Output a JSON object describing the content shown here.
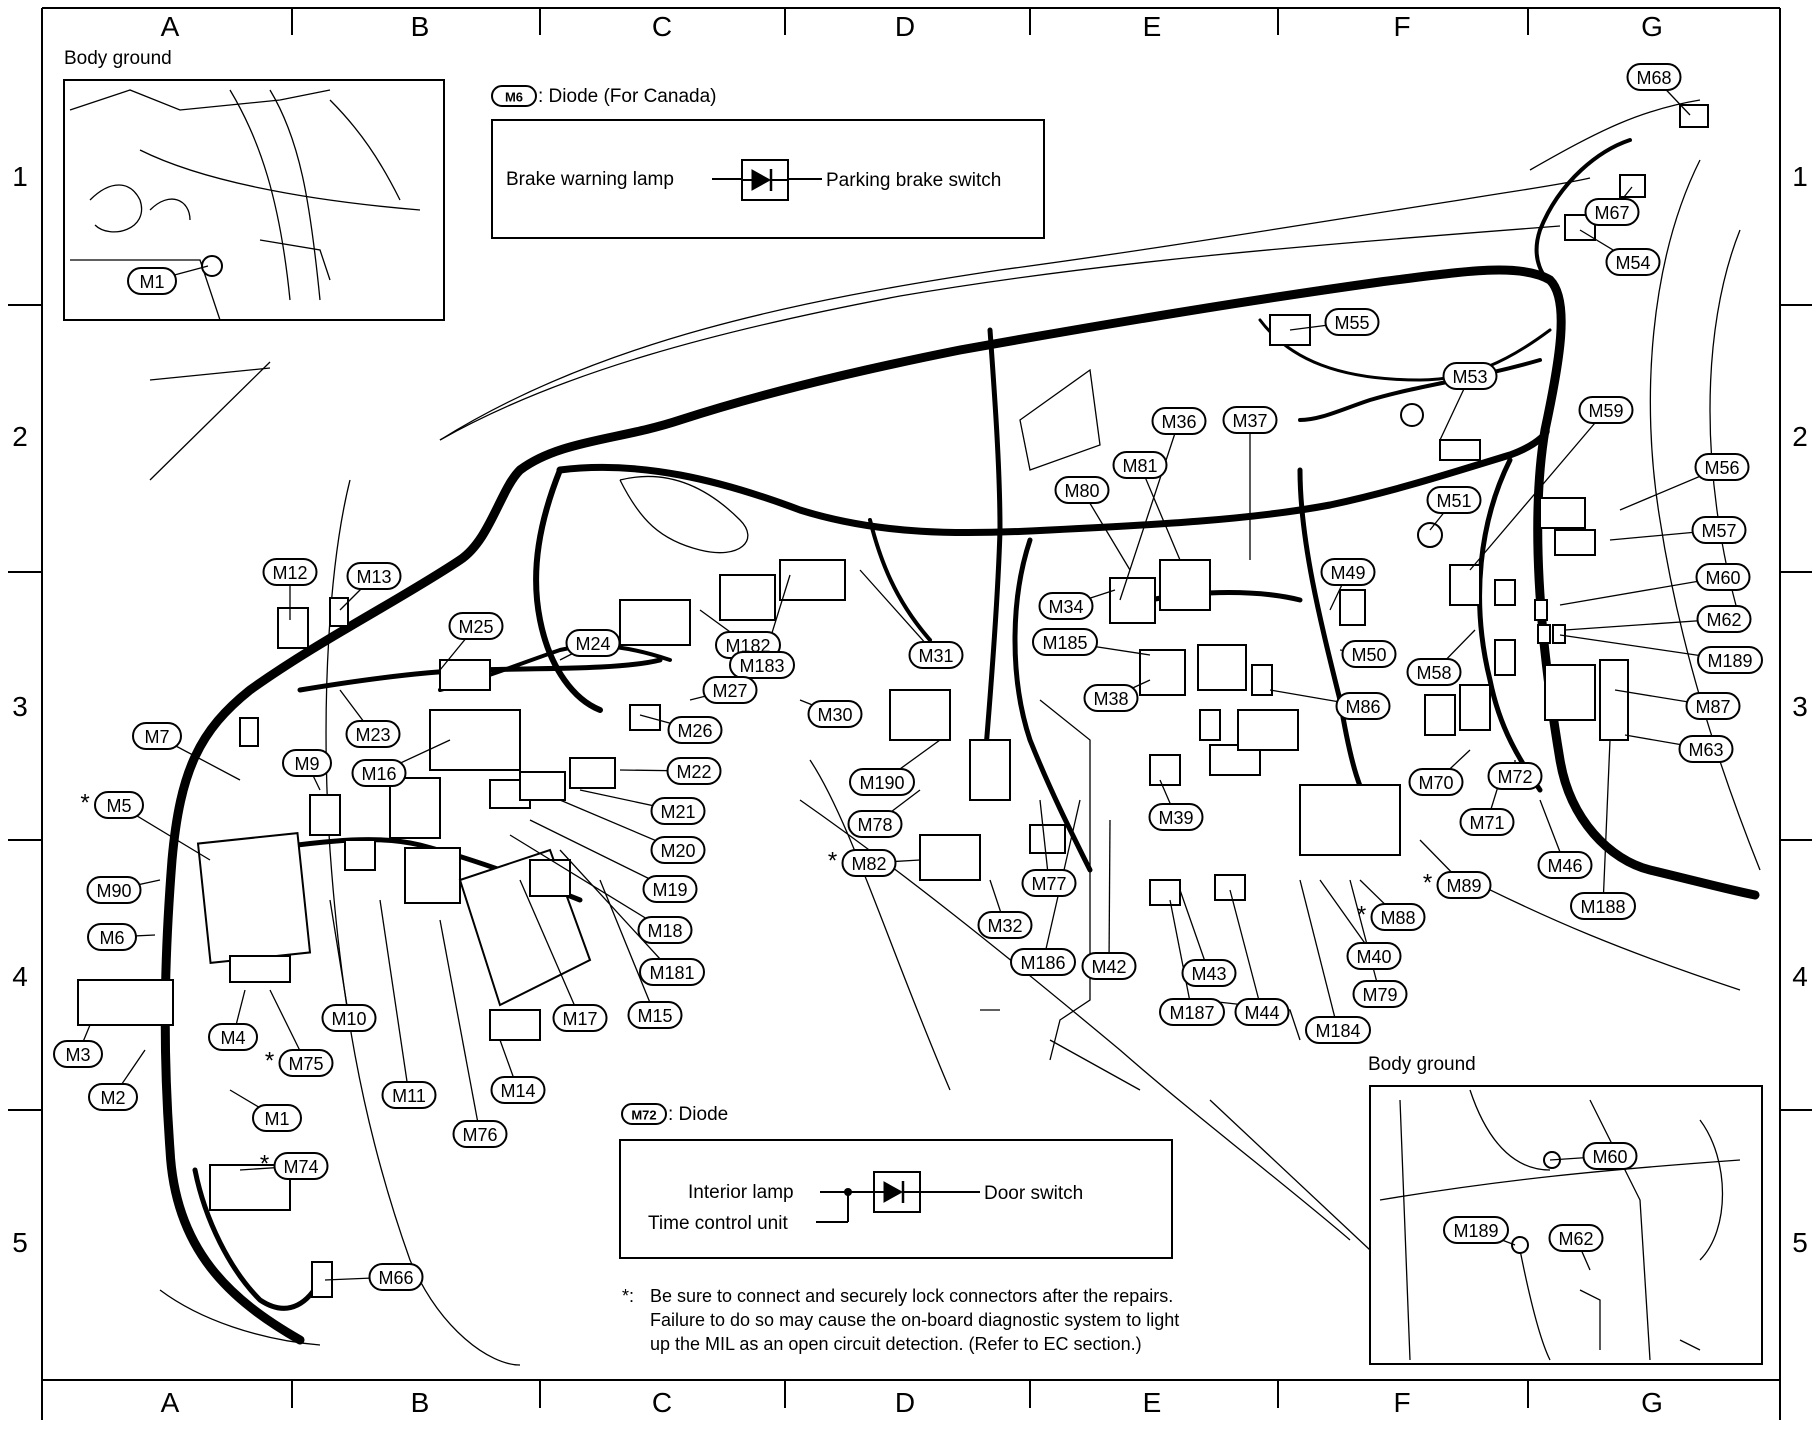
{
  "grid": {
    "columns": [
      "A",
      "B",
      "C",
      "D",
      "E",
      "F",
      "G"
    ],
    "rows": [
      "1",
      "2",
      "3",
      "4",
      "5"
    ]
  },
  "insets": {
    "top_left_title": "Body ground",
    "bottom_right_title": "Body ground"
  },
  "diode_boxes": {
    "canada": {
      "badge": "M6",
      "caption": ": Diode (For Canada)",
      "left_label": "Brake warning lamp",
      "right_label": "Parking brake switch"
    },
    "interior": {
      "badge": "M72",
      "caption": ": Diode",
      "left_label_top": "Interior lamp",
      "left_label_bottom": "Time control unit",
      "right_label": "Door switch"
    }
  },
  "footnote": {
    "marker": "*:",
    "lines": [
      "Be sure to connect and securely lock connectors after the repairs.",
      "Failure to do so may cause the on-board diagnostic system to light",
      "up the MIL as an open circuit detection. (Refer to EC section.)"
    ]
  },
  "connector_labels": [
    {
      "text": "M1",
      "star": false
    },
    {
      "text": "M68",
      "star": false
    },
    {
      "text": "M67",
      "star": false
    },
    {
      "text": "M54",
      "star": false
    },
    {
      "text": "M55",
      "star": false
    },
    {
      "text": "M53",
      "star": false
    },
    {
      "text": "M36",
      "star": false
    },
    {
      "text": "M37",
      "star": false
    },
    {
      "text": "M59",
      "star": false
    },
    {
      "text": "M81",
      "star": false
    },
    {
      "text": "M80",
      "star": false
    },
    {
      "text": "M51",
      "star": false
    },
    {
      "text": "M56",
      "star": false
    },
    {
      "text": "M57",
      "star": false
    },
    {
      "text": "M49",
      "star": false
    },
    {
      "text": "M60",
      "star": false
    },
    {
      "text": "M62",
      "star": false
    },
    {
      "text": "M189",
      "star": false
    },
    {
      "text": "M12",
      "star": false
    },
    {
      "text": "M13",
      "star": false
    },
    {
      "text": "M34",
      "star": false
    },
    {
      "text": "M185",
      "star": false
    },
    {
      "text": "M50",
      "star": false
    },
    {
      "text": "M58",
      "star": false
    },
    {
      "text": "M25",
      "star": false
    },
    {
      "text": "M24",
      "star": false
    },
    {
      "text": "M182",
      "star": false
    },
    {
      "text": "M183",
      "star": false
    },
    {
      "text": "M31",
      "star": false
    },
    {
      "text": "M87",
      "star": false
    },
    {
      "text": "M38",
      "star": false
    },
    {
      "text": "M86",
      "star": false
    },
    {
      "text": "M27",
      "star": false
    },
    {
      "text": "M30",
      "star": false
    },
    {
      "text": "M23",
      "star": false
    },
    {
      "text": "M26",
      "star": false
    },
    {
      "text": "M63",
      "star": false
    },
    {
      "text": "M7",
      "star": false
    },
    {
      "text": "M9",
      "star": false
    },
    {
      "text": "M16",
      "star": false
    },
    {
      "text": "M22",
      "star": false
    },
    {
      "text": "M190",
      "star": false
    },
    {
      "text": "M70",
      "star": false
    },
    {
      "text": "M72",
      "star": false
    },
    {
      "text": "M5",
      "star": true
    },
    {
      "text": "M21",
      "star": false
    },
    {
      "text": "M39",
      "star": false
    },
    {
      "text": "M71",
      "star": false
    },
    {
      "text": "M78",
      "star": false
    },
    {
      "text": "M20",
      "star": false
    },
    {
      "text": "M46",
      "star": false
    },
    {
      "text": "M82",
      "star": true
    },
    {
      "text": "M90",
      "star": false
    },
    {
      "text": "M19",
      "star": false
    },
    {
      "text": "M77",
      "star": false
    },
    {
      "text": "M89",
      "star": true
    },
    {
      "text": "M188",
      "star": false
    },
    {
      "text": "M18",
      "star": false
    },
    {
      "text": "M6",
      "star": false
    },
    {
      "text": "M32",
      "star": false
    },
    {
      "text": "M88",
      "star": true
    },
    {
      "text": "M181",
      "star": false
    },
    {
      "text": "M40",
      "star": false
    },
    {
      "text": "M186",
      "star": false
    },
    {
      "text": "M42",
      "star": false
    },
    {
      "text": "M43",
      "star": false
    },
    {
      "text": "M79",
      "star": false
    },
    {
      "text": "M10",
      "star": false
    },
    {
      "text": "M17",
      "star": false
    },
    {
      "text": "M15",
      "star": false
    },
    {
      "text": "M187",
      "star": false
    },
    {
      "text": "M44",
      "star": false
    },
    {
      "text": "M184",
      "star": false
    },
    {
      "text": "M4",
      "star": false
    },
    {
      "text": "M3",
      "star": false
    },
    {
      "text": "M75",
      "star": true
    },
    {
      "text": "M11",
      "star": false
    },
    {
      "text": "M14",
      "star": false
    },
    {
      "text": "M2",
      "star": false
    },
    {
      "text": "M76",
      "star": false
    },
    {
      "text": "M1",
      "star": false
    },
    {
      "text": "M74",
      "star": true
    },
    {
      "text": "M66",
      "star": false
    },
    {
      "text": "M60",
      "star": false
    },
    {
      "text": "M189",
      "star": false
    },
    {
      "text": "M62",
      "star": false
    }
  ]
}
